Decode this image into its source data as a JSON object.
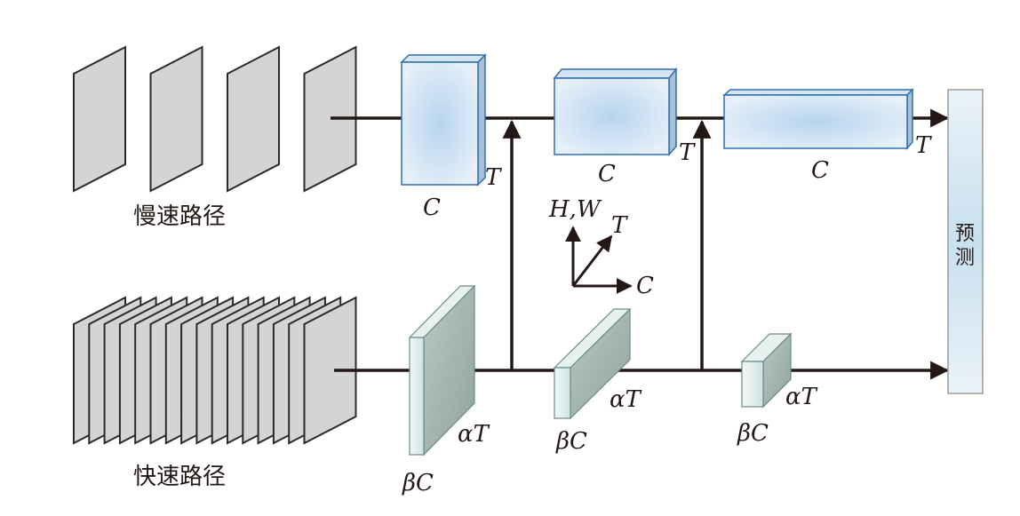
{
  "slow_pathway": {
    "label": "慢速路径",
    "frame_count": 4,
    "stages": [
      {
        "channel_label": "C",
        "time_label": "T"
      },
      {
        "channel_label": "C",
        "time_label": "T"
      },
      {
        "channel_label": "C",
        "time_label": "T"
      }
    ]
  },
  "fast_pathway": {
    "label": "快速路径",
    "frame_count": 16,
    "stages": [
      {
        "channel_label": "βC",
        "time_label": "αT"
      },
      {
        "channel_label": "βC",
        "time_label": "αT"
      },
      {
        "channel_label": "βC",
        "time_label": "αT"
      }
    ]
  },
  "axes": {
    "vertical": "H,W",
    "diagonal": "T",
    "horizontal": "C"
  },
  "prediction": {
    "label_line1": "预",
    "label_line2": "测"
  },
  "colors": {
    "slow_block_fill": "#c6dcef",
    "slow_block_edge": "#2f6fb0",
    "fast_block_front": "#e3efee",
    "fast_block_side": "#9fb3ad",
    "frame_fill": "#d4d4d4",
    "line": "#231815",
    "prediction_fill": "#d6e8f3"
  }
}
